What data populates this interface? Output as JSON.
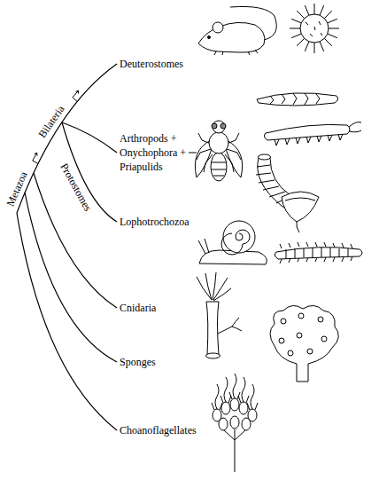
{
  "diagram": {
    "labels": [
      "Deuterostomes",
      "Bilateria",
      "Metazoa",
      "Arthropods + Onychophora + Priapulids",
      "Protostomes",
      "Lophotrochozoa",
      "Cnidaria",
      "Sponges",
      "Choanoflagellates"
    ]
  }
}
